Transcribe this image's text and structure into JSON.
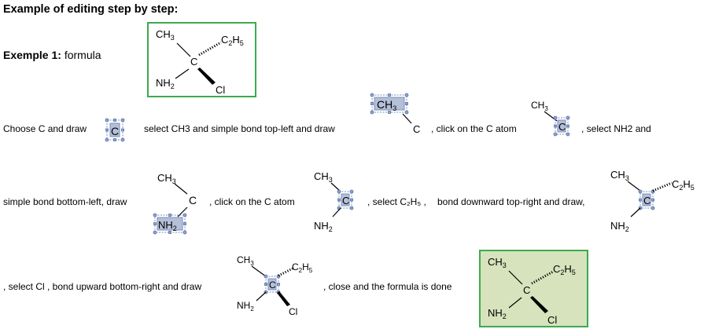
{
  "title": "Example of editing step by step:",
  "example": {
    "label_bold": "Exemple 1:",
    "label_rest": "formula"
  },
  "atoms": {
    "ch3": "CH3",
    "c": "C",
    "nh2": "NH2",
    "cl": "Cl",
    "c2h5": "C2H5"
  },
  "steps": {
    "s1": "Choose C and draw",
    "s2": "select CH3 and simple bond top-left and draw",
    "s3": ", click on the C atom",
    "s4": ", select NH2 and",
    "s5": "simple bond bottom-left, draw",
    "s6": ", click on the C atom",
    "s7": ", select C₂H₅ ,",
    "s8": "bond downward top-right and draw,",
    "s9": ", select Cl , bond upward bottom-right and draw",
    "s10": ", close and the formula is done"
  },
  "colors": {
    "frame_green": "#3daa4f",
    "final_bg": "#d6e3bc",
    "selection": "#b4bfd8",
    "handle": "#8ea3cc"
  }
}
